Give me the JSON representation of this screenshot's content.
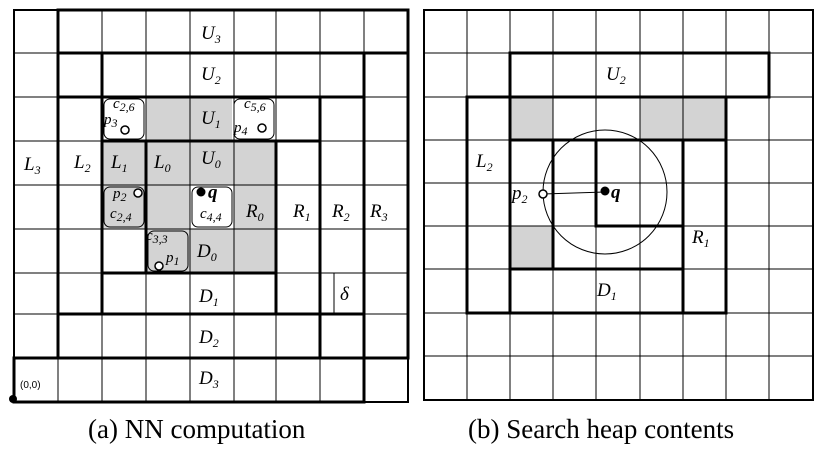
{
  "panel_a": {
    "caption": "(a) NN computation",
    "origin_label": "(0,0)",
    "strips": {
      "U3": {
        "base": "U",
        "sub": "3"
      },
      "U2": {
        "base": "U",
        "sub": "2"
      },
      "U1": {
        "base": "U",
        "sub": "1"
      },
      "U0": {
        "base": "U",
        "sub": "0"
      },
      "L3": {
        "base": "L",
        "sub": "3"
      },
      "L2": {
        "base": "L",
        "sub": "2"
      },
      "L1": {
        "base": "L",
        "sub": "1"
      },
      "L0": {
        "base": "L",
        "sub": "0"
      },
      "R0": {
        "base": "R",
        "sub": "0"
      },
      "R1": {
        "base": "R",
        "sub": "1"
      },
      "R2": {
        "base": "R",
        "sub": "2"
      },
      "R3": {
        "base": "R",
        "sub": "3"
      },
      "D0": {
        "base": "D",
        "sub": "0"
      },
      "D1": {
        "base": "D",
        "sub": "1"
      },
      "D2": {
        "base": "D",
        "sub": "2"
      },
      "D3": {
        "base": "D",
        "sub": "3"
      }
    },
    "cells": {
      "c26": {
        "base": "c",
        "sub": "2,6"
      },
      "c56": {
        "base": "c",
        "sub": "5,6"
      },
      "c24": {
        "base": "c",
        "sub": "2,4"
      },
      "c44": {
        "base": "c",
        "sub": "4,4"
      },
      "c33": {
        "base": "c",
        "sub": "3,3"
      }
    },
    "points": {
      "p1": {
        "base": "p",
        "sub": "1"
      },
      "p2": {
        "base": "p",
        "sub": "2"
      },
      "p3": {
        "base": "p",
        "sub": "3"
      },
      "p4": {
        "base": "p",
        "sub": "4"
      },
      "q": "q"
    },
    "delta": "δ"
  },
  "panel_b": {
    "caption": "(b) Search heap contents",
    "labels": {
      "U2": {
        "base": "U",
        "sub": "2"
      },
      "L2": {
        "base": "L",
        "sub": "2"
      },
      "R1": {
        "base": "R",
        "sub": "1"
      },
      "D1": {
        "base": "D",
        "sub": "1"
      },
      "p2": {
        "base": "p",
        "sub": "2"
      },
      "q": "q"
    }
  },
  "colors": {
    "shade": "#d3d3d3",
    "line": "#000000",
    "background": "#ffffff"
  }
}
